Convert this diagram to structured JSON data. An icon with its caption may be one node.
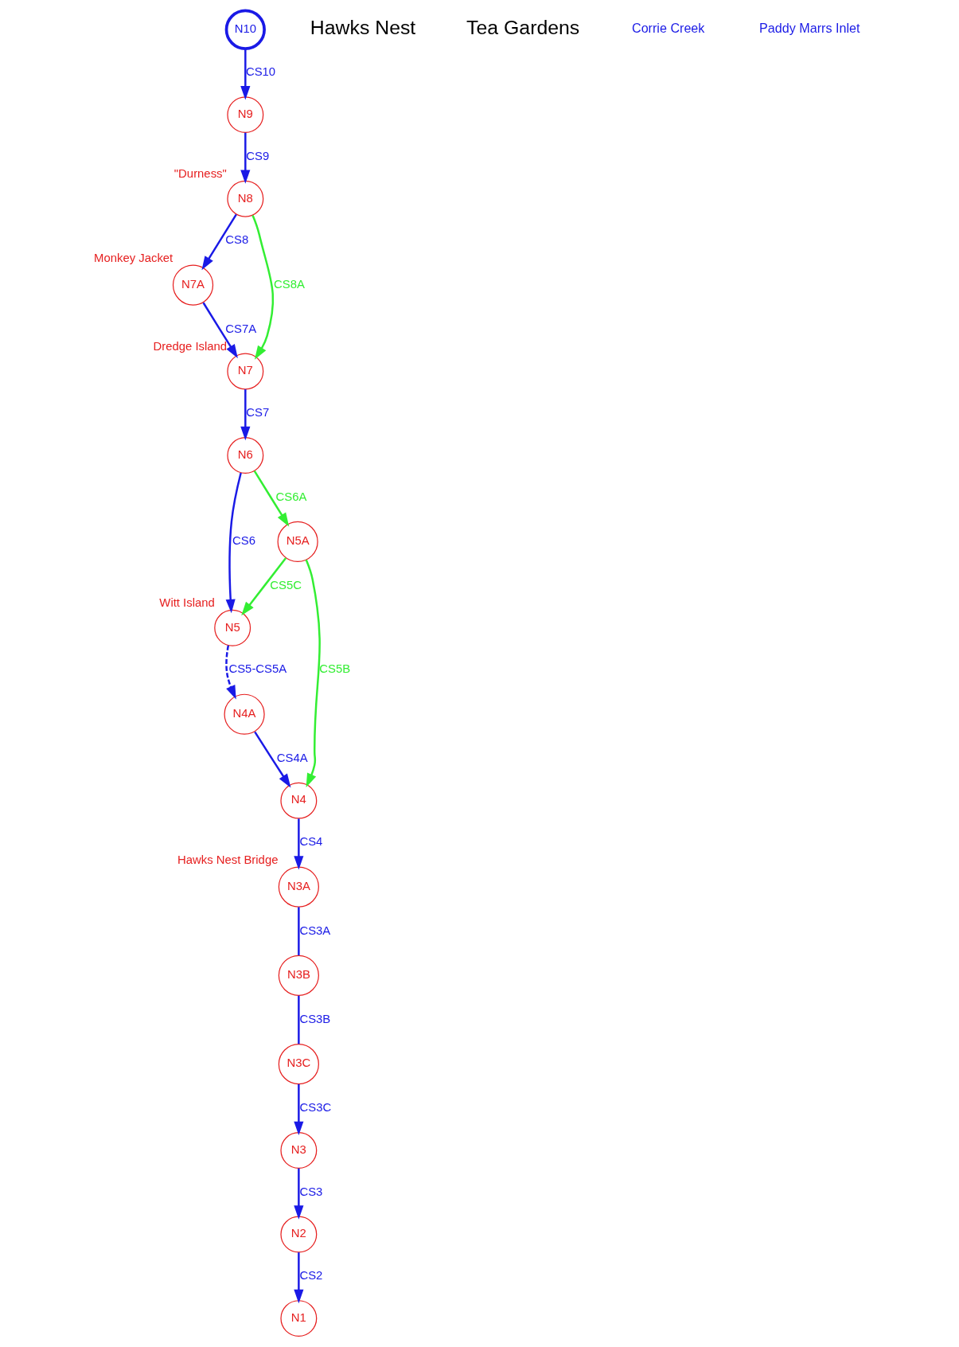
{
  "diagram": {
    "nodes": [
      {
        "text": [
          "N10"
        ]
      },
      {
        "text": [
          "N9"
        ]
      },
      {
        "text": [
          "N8"
        ],
        "beside": [
          "\"Durness\""
        ]
      },
      {
        "text": [
          "N7A"
        ],
        "beside": [
          "Monkey Jacket"
        ]
      },
      {
        "text": [
          "N7"
        ],
        "beside": [
          "Dredge Island"
        ]
      },
      {
        "text": [
          "N6"
        ]
      },
      {
        "text": [
          "N5"
        ],
        "beside": [
          "Witt Island"
        ]
      },
      {
        "text": [
          "N5A"
        ]
      },
      {
        "text": [
          "N4A"
        ]
      },
      {
        "text": [
          "N4"
        ]
      },
      {
        "text": [
          "N3A"
        ],
        "beside": [
          "Hawks Nest Bridge"
        ]
      },
      {
        "text": [
          "N3B"
        ]
      },
      {
        "text": [
          "N3C"
        ]
      },
      {
        "text": [
          "N3"
        ]
      },
      {
        "text": [
          "N2"
        ]
      },
      {
        "text": [
          "N1"
        ]
      }
    ],
    "edges": [
      {
        "from": 0,
        "to": 1,
        "arrow": "to",
        "label": "CS10"
      },
      {
        "from": 1,
        "to": 2,
        "arrow": "to",
        "label": "CS9"
      },
      {
        "from": 2,
        "to": 3,
        "arrow": "to",
        "label": "CS8"
      },
      {
        "from": 3,
        "to": 4,
        "arrow": "to",
        "label": "CS7A"
      },
      {
        "from": 2,
        "to": 4,
        "arrow": "to",
        "label": "CS8A",
        "color": "#33ee33"
      },
      {
        "from": 4,
        "to": 5,
        "arrow": "to",
        "label": "CS7"
      },
      {
        "from": 5,
        "to": 6,
        "arrow": "to",
        "label": "CS6"
      },
      {
        "from": 5,
        "to": 7,
        "arrow": "to",
        "label": "CS6A",
        "color": "#33ee33"
      },
      {
        "from": 7,
        "to": 6,
        "arrow": "to",
        "label": "CS5C",
        "color": "#33ee33"
      },
      {
        "from": 6,
        "to": 8,
        "arrow": "to",
        "label": "CS5-CS5A",
        "style": "dashed"
      },
      {
        "from": 7,
        "to": 9,
        "arrow": "to",
        "label": "CS5B",
        "color": "#33ee33"
      },
      {
        "from": 8,
        "to": 9,
        "arrow": "to",
        "label": "CS4A"
      },
      {
        "from": 9,
        "to": 10,
        "arrow": "to",
        "label": "CS4"
      },
      {
        "from": 10,
        "to": 11,
        "arrow": "none",
        "label": "CS3A"
      },
      {
        "from": 11,
        "to": 12,
        "arrow": "none",
        "label": "CS3B"
      },
      {
        "from": 12,
        "to": 13,
        "arrow": "to",
        "label": "CS3C"
      },
      {
        "from": 13,
        "to": 14,
        "arrow": "to",
        "label": "CS3"
      },
      {
        "from": 14,
        "to": 15,
        "arrow": "to",
        "label": "CS2"
      }
    ],
    "labels": [
      "Hawks Nest",
      "Tea Gardens",
      "Corrie Creek",
      "Paddy Marrs Inlet"
    ]
  }
}
